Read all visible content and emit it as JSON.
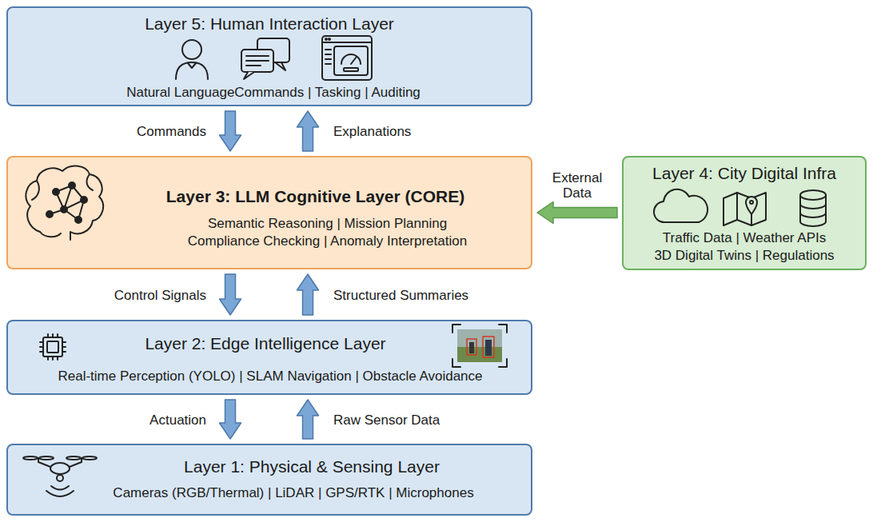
{
  "diagram": {
    "nodes": [
      {
        "text": [
          "Layer 5: Human Interaction Layer",
          "Natural LanguageCommands | Tasking | Auditing"
        ]
      },
      {
        "text": [
          "Layer 3: LLM Cognitive Layer (CORE)",
          "Semantic Reasoning | Mission Planning Compliance Checking | Anomaly Interpretation"
        ]
      },
      {
        "text": [
          "Layer 4: City Digital Infra",
          "Traffic Data | Weather APIs 3D Digital Twins | Regulations"
        ]
      },
      {
        "text": [
          "Layer 2: Edge Intelligence Layer",
          "Real-time Perception (YOLO) | SLAM Navigation | Obstacle Avoidance"
        ]
      },
      {
        "text": [
          "Layer 1: Physical & Sensing Layer",
          "Cameras (RGB/Thermal) | LiDAR | GPS/RTK | Microphones"
        ]
      }
    ],
    "edges": [
      {
        "from": 0,
        "to": 1,
        "label": "Commands",
        "arrow": "to"
      },
      {
        "from": 1,
        "to": 0,
        "label": "Explanations",
        "arrow": "to"
      },
      {
        "from": 2,
        "to": 1,
        "label": "External Data",
        "arrow": "to"
      },
      {
        "from": 1,
        "to": 3,
        "label": "Control Signals",
        "arrow": "to"
      },
      {
        "from": 3,
        "to": 1,
        "label": "Structured Summaries",
        "arrow": "to"
      },
      {
        "from": 3,
        "to": 4,
        "label": "Actuation",
        "arrow": "to"
      },
      {
        "from": 4,
        "to": 3,
        "label": "Raw Sensor Data",
        "arrow": "to"
      }
    ]
  }
}
